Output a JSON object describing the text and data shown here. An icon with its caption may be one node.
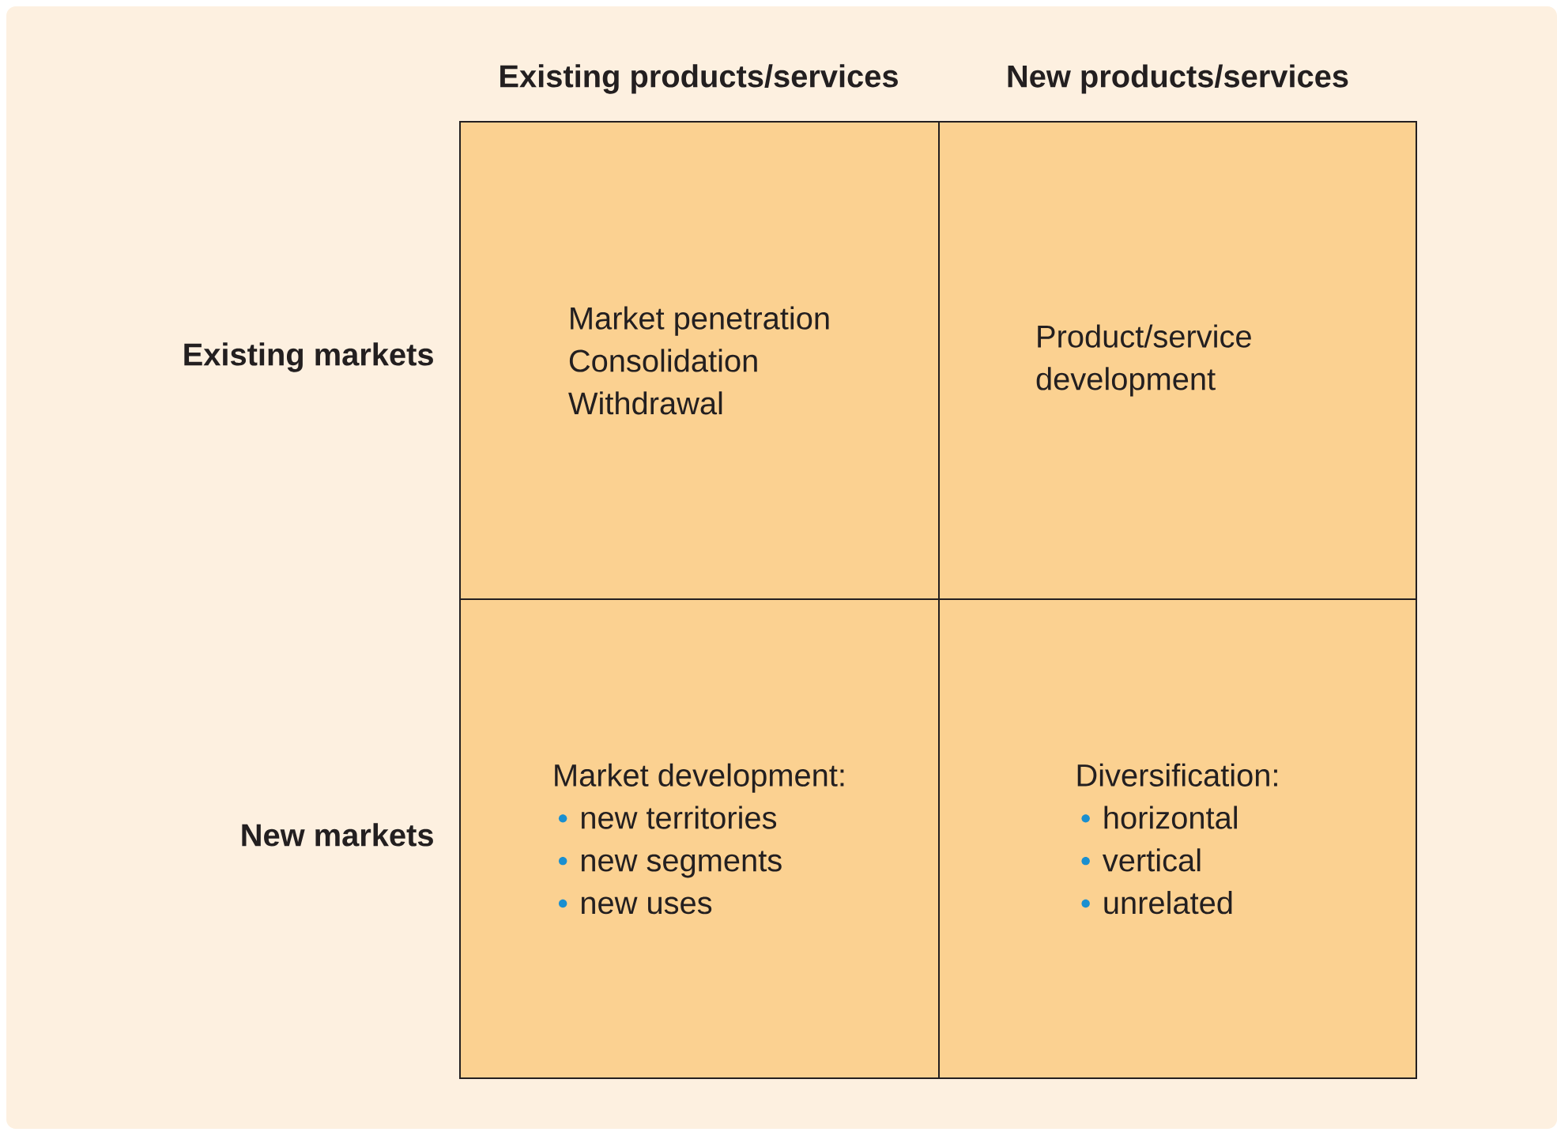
{
  "diagram": {
    "nodes": [
      {
        "text": [
          "Market penetration",
          "Consolidation",
          "Withdrawal"
        ]
      },
      {
        "text": [
          "Product/service development"
        ]
      },
      {
        "text": [
          "Market development:",
          "new territories",
          "new segments",
          "new uses"
        ]
      },
      {
        "text": [
          "Diversification:",
          "horizontal",
          "vertical",
          "unrelated"
        ]
      }
    ],
    "edges": [],
    "labels": [
      "Existing products/services",
      "New products/services",
      "Existing markets",
      "New markets"
    ]
  }
}
